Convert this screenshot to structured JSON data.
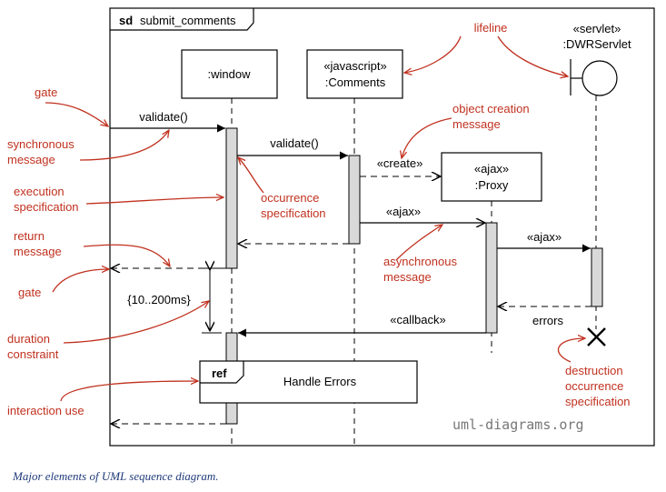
{
  "diagram": {
    "frame_keyword": "sd",
    "frame_name": "submit_comments",
    "watermark": "uml-diagrams.org",
    "lifelines": [
      {
        "id": "window",
        "stereotype": "",
        "name": ":window"
      },
      {
        "id": "comments",
        "stereotype": "«javascript»",
        "name": ":Comments"
      },
      {
        "id": "proxy",
        "stereotype": "«ajax»",
        "name": ":Proxy"
      },
      {
        "id": "servlet",
        "stereotype": "«servlet»",
        "name": ":DWRServlet"
      }
    ],
    "messages": {
      "validate_1": "validate()",
      "validate_2": "validate()",
      "create": "«create»",
      "ajax_1": "«ajax»",
      "ajax_2": "«ajax»",
      "callback": "«callback»",
      "errors": "errors"
    },
    "duration_constraint": "{10..200ms}",
    "interaction_use": {
      "keyword": "ref",
      "name": "Handle Errors"
    },
    "annotations": {
      "lifeline": "lifeline",
      "gate_top": "gate",
      "synchronous_message": [
        "synchronous",
        "message"
      ],
      "execution_specification": [
        "execution",
        "specification"
      ],
      "return_message": [
        "return",
        "message"
      ],
      "gate_bottom": "gate",
      "duration_constraint": [
        "duration",
        "constraint"
      ],
      "interaction_use": "interaction use",
      "occurrence_specification": [
        "occurrence",
        "specification"
      ],
      "object_creation_message": [
        "object creation",
        "message"
      ],
      "asynchronous_message": [
        "asynchronous",
        "message"
      ],
      "destruction_occurrence": [
        "destruction",
        "occurrence",
        "specification"
      ]
    }
  },
  "caption": "Major elements of UML sequence diagram.",
  "colors": {
    "annotation": "#c0311f",
    "ink": "#000000",
    "activation": "#d9d9d9",
    "caption": "#1f3a7a",
    "watermark": "#777777"
  }
}
